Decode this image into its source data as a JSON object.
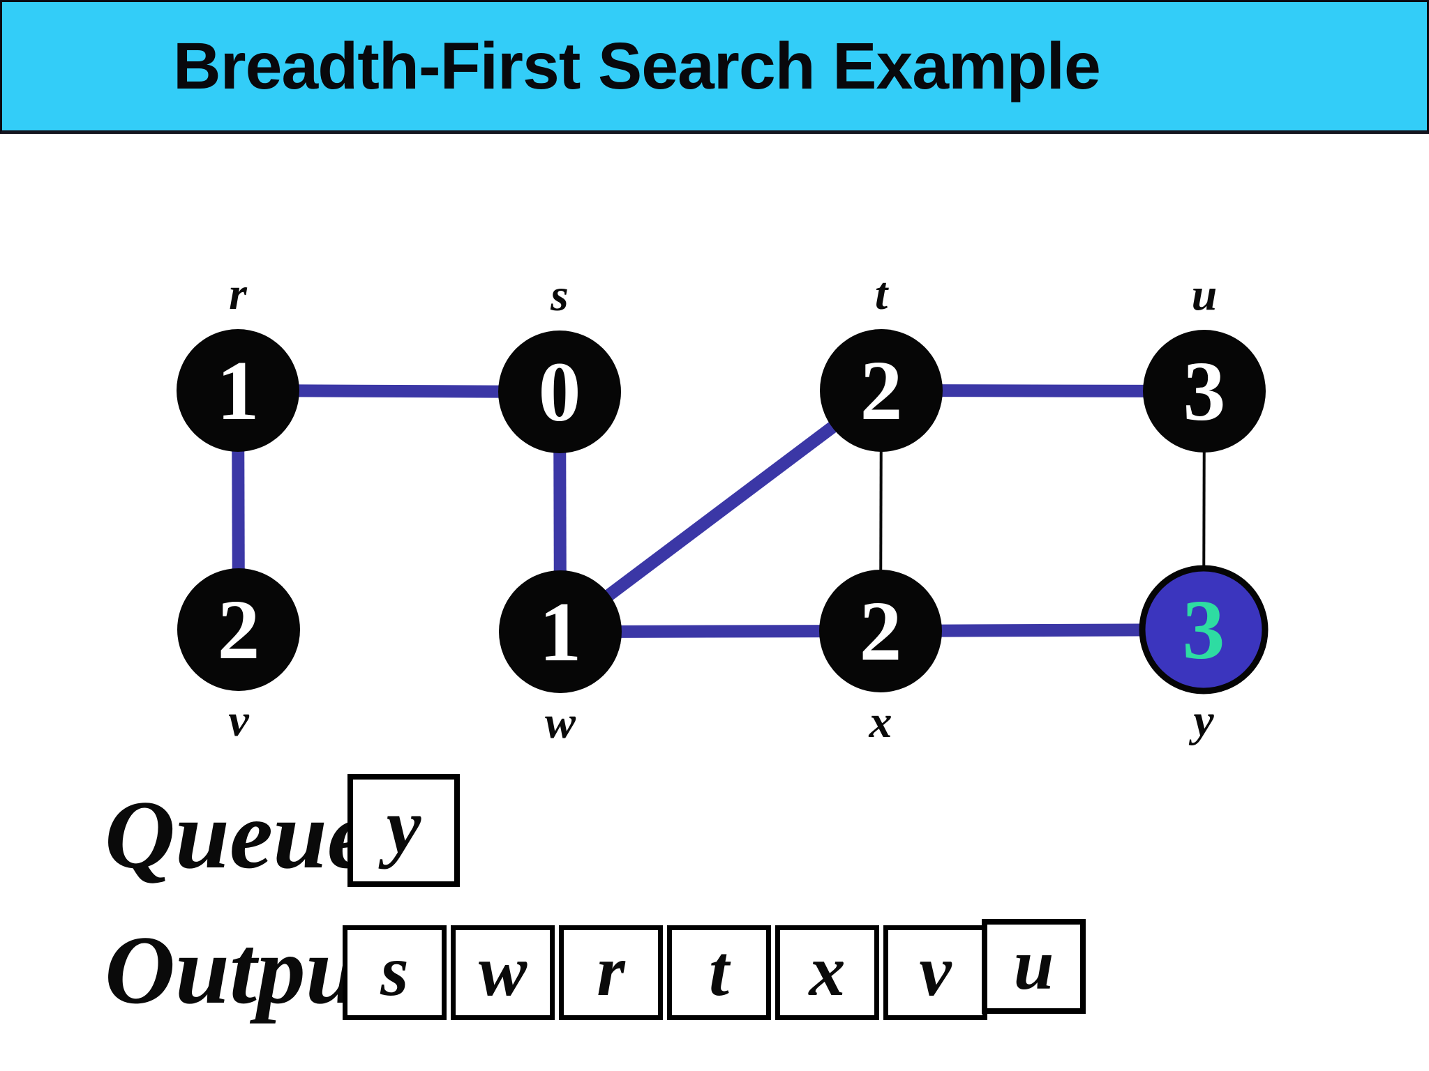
{
  "header": {
    "title": "Breadth-First Search Example",
    "background_color": "#33CDF8",
    "text_color": "#08080C"
  },
  "graph": {
    "nodes": [
      {
        "id": "r",
        "label": "r",
        "value": "1",
        "label_position": "above",
        "highlighted": false
      },
      {
        "id": "s",
        "label": "s",
        "value": "0",
        "label_position": "above",
        "highlighted": false
      },
      {
        "id": "t",
        "label": "t",
        "value": "2",
        "label_position": "above",
        "highlighted": false
      },
      {
        "id": "u",
        "label": "u",
        "value": "3",
        "label_position": "above",
        "highlighted": false
      },
      {
        "id": "v",
        "label": "v",
        "value": "2",
        "label_position": "below",
        "highlighted": false
      },
      {
        "id": "w",
        "label": "w",
        "value": "1",
        "label_position": "below",
        "highlighted": false
      },
      {
        "id": "x",
        "label": "x",
        "value": "2",
        "label_position": "below",
        "highlighted": false
      },
      {
        "id": "y",
        "label": "y",
        "value": "3",
        "label_position": "below",
        "highlighted": true
      }
    ],
    "edges": [
      {
        "from": "r",
        "to": "s",
        "type": "tree"
      },
      {
        "from": "r",
        "to": "v",
        "type": "tree"
      },
      {
        "from": "s",
        "to": "w",
        "type": "tree"
      },
      {
        "from": "w",
        "to": "t",
        "type": "tree"
      },
      {
        "from": "t",
        "to": "u",
        "type": "tree"
      },
      {
        "from": "w",
        "to": "x",
        "type": "tree"
      },
      {
        "from": "x",
        "to": "y",
        "type": "tree"
      },
      {
        "from": "t",
        "to": "x",
        "type": "plain"
      },
      {
        "from": "u",
        "to": "y",
        "type": "plain"
      }
    ],
    "colors": {
      "tree_edge": "#3B37A6",
      "plain_edge": "#0A0A0A",
      "node_fill": "#060606",
      "node_value": "#FFFFFF",
      "highlight_fill": "#3B35BE",
      "highlight_outline": "#050505",
      "highlight_value": "#2EDCA2"
    }
  },
  "queue": {
    "label": "Queue:",
    "items": [
      "y"
    ]
  },
  "output": {
    "label": "Output:",
    "items": [
      "s",
      "w",
      "r",
      "t",
      "x",
      "v",
      "u"
    ]
  }
}
